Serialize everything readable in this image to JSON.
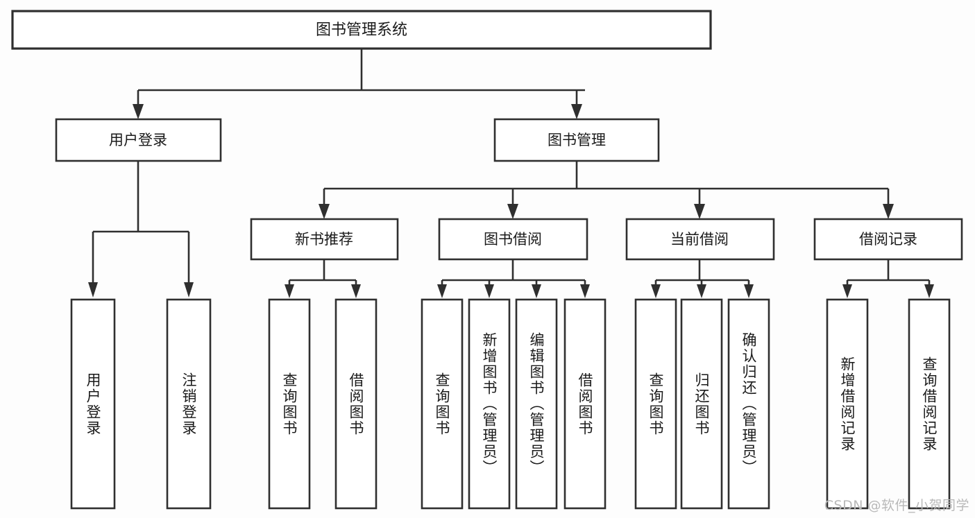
{
  "diagram": {
    "type": "tree",
    "title": "图书管理系统",
    "watermark": "CSDN @软件_小贺同学",
    "colors": {
      "background": "#fdfdfd",
      "box_fill": "#ffffff",
      "line": "#2f2f2f",
      "text": "#1a1a1a",
      "watermark": "#b9b9b9"
    },
    "levels": {
      "root": "图书管理系统",
      "level2": [
        "用户登录",
        "图书管理"
      ],
      "level3": [
        "新书推荐",
        "图书借阅",
        "当前借阅",
        "借阅记录"
      ]
    },
    "nodes": {
      "root": {
        "label": "图书管理系统"
      },
      "user_login": {
        "label": "用户登录"
      },
      "book_manage": {
        "label": "图书管理"
      },
      "new_book_rec": {
        "label": "新书推荐"
      },
      "book_borrow": {
        "label": "图书借阅"
      },
      "current_borrow": {
        "label": "当前借阅"
      },
      "borrow_record": {
        "label": "借阅记录"
      }
    },
    "leaves": {
      "user_login": [
        {
          "label": "用户登录"
        },
        {
          "label": "注销登录"
        }
      ],
      "new_book_rec": [
        {
          "label": "查询图书"
        },
        {
          "label": "借阅图书"
        }
      ],
      "book_borrow": [
        {
          "label": "查询图书"
        },
        {
          "label": "新增图书（管理员）"
        },
        {
          "label": "编辑图书（管理员）"
        },
        {
          "label": "借阅图书"
        }
      ],
      "current_borrow": [
        {
          "label": "查询图书"
        },
        {
          "label": "归还图书"
        },
        {
          "label": "确认归还（管理员）"
        }
      ],
      "borrow_record": [
        {
          "label": "新增借阅记录"
        },
        {
          "label": "查询借阅记录"
        }
      ]
    },
    "edges": [
      {
        "from": "图书管理系统",
        "to": "用户登录"
      },
      {
        "from": "图书管理系统",
        "to": "图书管理"
      },
      {
        "from": "用户登录",
        "to": "用户登录"
      },
      {
        "from": "用户登录",
        "to": "注销登录"
      },
      {
        "from": "图书管理",
        "to": "新书推荐"
      },
      {
        "from": "图书管理",
        "to": "图书借阅"
      },
      {
        "from": "图书管理",
        "to": "当前借阅"
      },
      {
        "from": "图书管理",
        "to": "借阅记录"
      },
      {
        "from": "新书推荐",
        "to": "查询图书"
      },
      {
        "from": "新书推荐",
        "to": "借阅图书"
      },
      {
        "from": "图书借阅",
        "to": "查询图书"
      },
      {
        "from": "图书借阅",
        "to": "新增图书（管理员）"
      },
      {
        "from": "图书借阅",
        "to": "编辑图书（管理员）"
      },
      {
        "from": "图书借阅",
        "to": "借阅图书"
      },
      {
        "from": "当前借阅",
        "to": "查询图书"
      },
      {
        "from": "当前借阅",
        "to": "归还图书"
      },
      {
        "from": "当前借阅",
        "to": "确认归还（管理员）"
      },
      {
        "from": "借阅记录",
        "to": "新增借阅记录"
      },
      {
        "from": "借阅记录",
        "to": "查询借阅记录"
      }
    ]
  }
}
